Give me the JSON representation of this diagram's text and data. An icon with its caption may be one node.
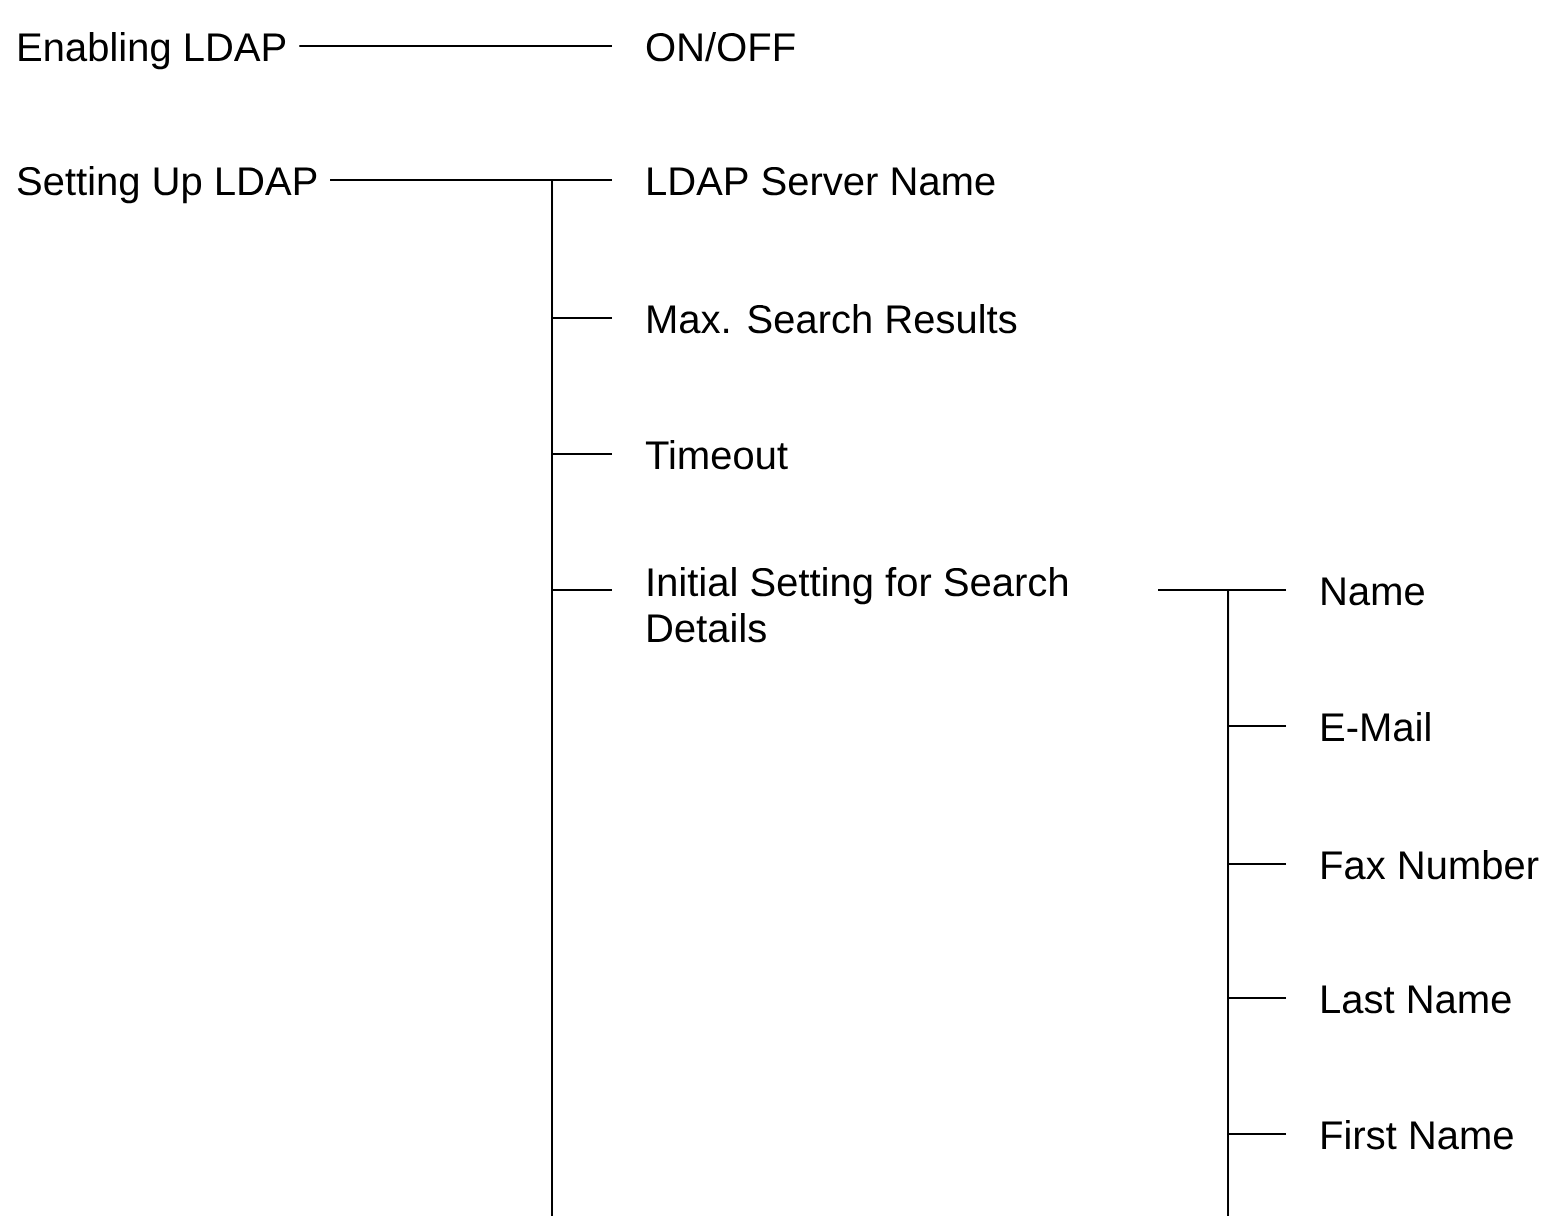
{
  "diagram": {
    "nodes": [
      {
        "text": [
          "Enabling LDAP"
        ]
      },
      {
        "text": [
          "ON/OFF"
        ]
      },
      {
        "text": [
          "Setting Up LDAP"
        ]
      },
      {
        "text": [
          "LDAP Server Name"
        ]
      },
      {
        "text": [
          "Max. Search Results"
        ]
      },
      {
        "text": [
          "Timeout"
        ]
      },
      {
        "text": [
          "Initial Setting for Search Details"
        ]
      },
      {
        "text": [
          "Name"
        ]
      },
      {
        "text": [
          "E-Mail"
        ]
      },
      {
        "text": [
          "Fax Number"
        ]
      },
      {
        "text": [
          "Last Name"
        ]
      },
      {
        "text": [
          "First Name"
        ]
      }
    ],
    "edges": [
      {
        "from": 0,
        "to": 1,
        "arrow": "none"
      },
      {
        "from": 2,
        "to": 3,
        "arrow": "none"
      },
      {
        "from": 2,
        "to": 4,
        "arrow": "none"
      },
      {
        "from": 2,
        "to": 5,
        "arrow": "none"
      },
      {
        "from": 2,
        "to": 6,
        "arrow": "none"
      },
      {
        "from": 6,
        "to": 7,
        "arrow": "none"
      },
      {
        "from": 6,
        "to": 8,
        "arrow": "none"
      },
      {
        "from": 6,
        "to": 9,
        "arrow": "none"
      },
      {
        "from": 6,
        "to": 10,
        "arrow": "none"
      },
      {
        "from": 6,
        "to": 11,
        "arrow": "none"
      }
    ]
  }
}
